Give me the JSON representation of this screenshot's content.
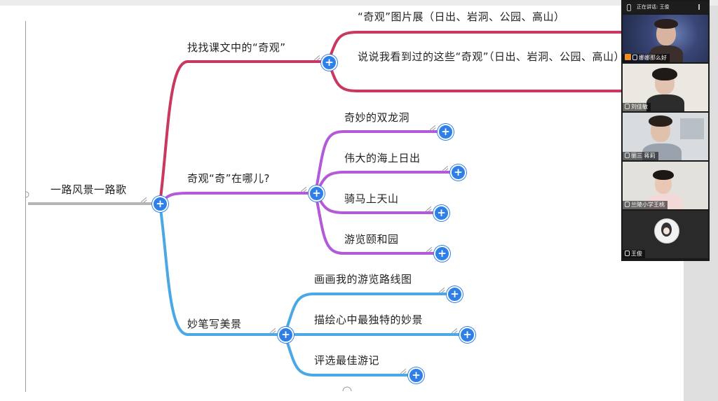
{
  "mindmap": {
    "root": "一路风景一路歌",
    "branches": [
      {
        "label": "找找课文中的“奇观”",
        "color": "#c9395f",
        "children": [
          "“奇观”图片展（日出、岩洞、公园、高山）",
          "说说我看到过的这些“奇观”（日出、岩洞、公园、高山）"
        ]
      },
      {
        "label": "奇观“奇”在哪儿?",
        "color": "#b35ad8",
        "children": [
          "奇妙的双龙洞",
          "伟大的海上日出",
          "骑马上天山",
          "游览颐和园"
        ]
      },
      {
        "label": "妙笔写美景",
        "color": "#4aa8e6",
        "children": [
          "画画我的游览路线图",
          "描绘心中最独特的妙景",
          "评选最佳游记"
        ]
      }
    ],
    "root_line_color": "#b5b5b5",
    "expand_icon": "plus-circle-icon",
    "expand_glyph": "+"
  },
  "meeting": {
    "speaking_label": "正在讲话: 王俊",
    "participants": [
      {
        "name": "娜娜那么好",
        "host": true,
        "video": true
      },
      {
        "name": "刘佳敏",
        "host": false,
        "video": true
      },
      {
        "name": "丽三 蒋莉",
        "host": false,
        "video": true
      },
      {
        "name": "兰陵小学王桃",
        "host": false,
        "video": true
      },
      {
        "name": "王俊",
        "host": false,
        "video": false
      }
    ]
  }
}
